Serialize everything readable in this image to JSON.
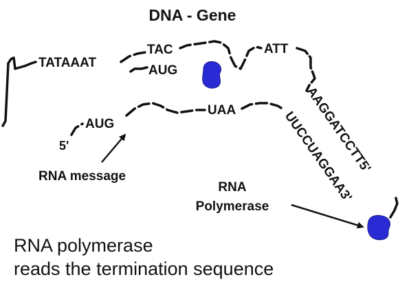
{
  "title": "DNA - Gene",
  "dna_labels": {
    "promoter": "TATAAAT",
    "start_template": "TAC",
    "start_coding": "AUG",
    "stop_template": "ATT",
    "terminator": "AAGGATCCTT5'"
  },
  "rna_labels": {
    "five_prime": "5'",
    "start_codon": "AUG",
    "stop_codon": "UAA",
    "terminator_rna": "UUCCUAGGAA3'"
  },
  "annotations": {
    "rna_message": "RNA message",
    "rna_polymerase_line1": "RNA",
    "rna_polymerase_line2": "Polymerase"
  },
  "caption": {
    "line1": "RNA polymerase",
    "line2": "reads the termination sequence"
  },
  "colors": {
    "polymerase": "#2b2bd6",
    "strand": "#111111"
  }
}
